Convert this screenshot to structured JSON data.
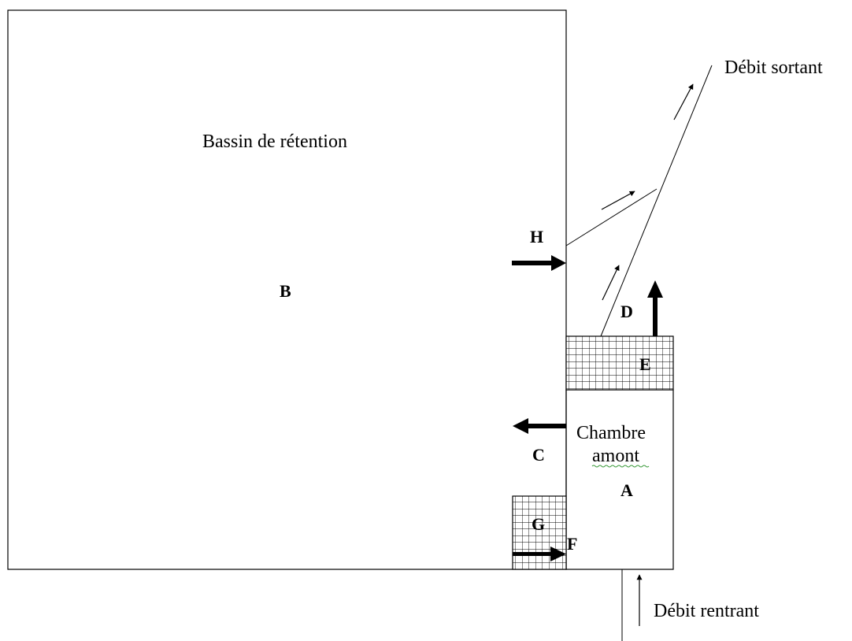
{
  "basin": {
    "title": "Bassin de rétention",
    "letter": "B"
  },
  "chamber": {
    "title_line1": "Chambre",
    "title_line2": "amont",
    "letter": "A"
  },
  "labels": {
    "c": "C",
    "d": "D",
    "e": "E",
    "f": "F",
    "g": "G",
    "h": "H"
  },
  "flows": {
    "outflow": "Débit sortant",
    "inflow": "Débit rentrant"
  }
}
